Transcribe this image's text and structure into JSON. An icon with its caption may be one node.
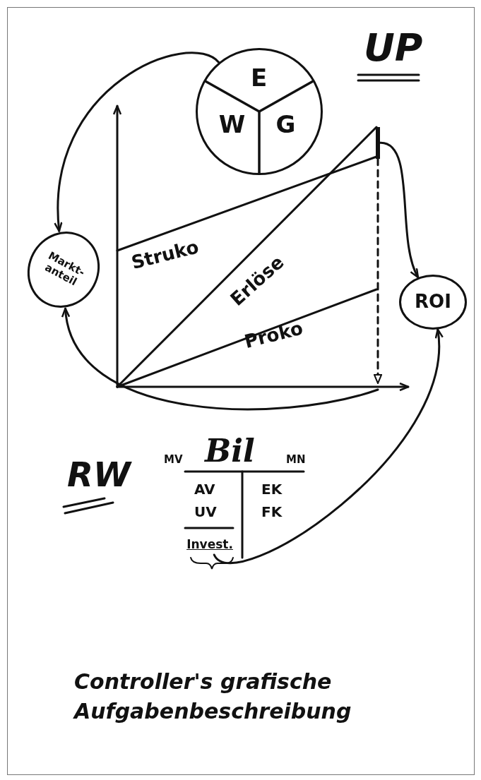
{
  "diagram": {
    "caption": "Controller's grafische Aufgabenbeschreibung",
    "nodes": [
      {
        "text": [
          "E",
          "W",
          "G"
        ]
      },
      {
        "text": [
          "Markt- anteil"
        ]
      },
      {
        "text": [],
        "shape": "bar"
      },
      {
        "text": [
          "ROI"
        ]
      },
      {
        "text": [
          "Invest."
        ]
      }
    ],
    "edges": [
      {
        "from": 0,
        "to": 1,
        "arrow": "to"
      },
      {
        "from": 2,
        "to": 3,
        "arrow": "to"
      },
      {
        "from": 2,
        "to": null,
        "arrow": "to",
        "style": "dashed"
      },
      {
        "from": null,
        "to": 1,
        "arrow": "to"
      },
      {
        "from": 4,
        "to": 3,
        "arrow": "to"
      }
    ],
    "labels": [
      "UP",
      "Struko",
      "Erlöse",
      "Proko",
      "MV",
      "Bil",
      "MN",
      "RW",
      "AV",
      "EK",
      "UV",
      "FK"
    ]
  }
}
